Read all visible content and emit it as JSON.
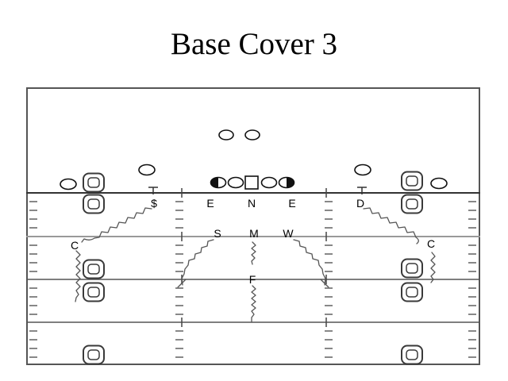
{
  "title": "Base Cover 3",
  "field": {
    "defense": {
      "players": [
        {
          "role": "strong-safety",
          "label": "$"
        },
        {
          "role": "defensive-end-left",
          "label": "E"
        },
        {
          "role": "nose-tackle",
          "label": "N"
        },
        {
          "role": "defensive-end-right",
          "label": "E"
        },
        {
          "role": "drop-end",
          "label": "D"
        },
        {
          "role": "sam-linebacker",
          "label": "S"
        },
        {
          "role": "mike-linebacker",
          "label": "M"
        },
        {
          "role": "will-linebacker",
          "label": "W"
        },
        {
          "role": "free-safety",
          "label": "F"
        },
        {
          "role": "cornerback-left",
          "label": "C"
        },
        {
          "role": "cornerback-right",
          "label": "C"
        }
      ]
    },
    "colors": {
      "ink": "#000000",
      "field_line": "#555555",
      "minor_line": "#999999",
      "hash_mark": "#888888",
      "background": "#ffffff"
    }
  }
}
